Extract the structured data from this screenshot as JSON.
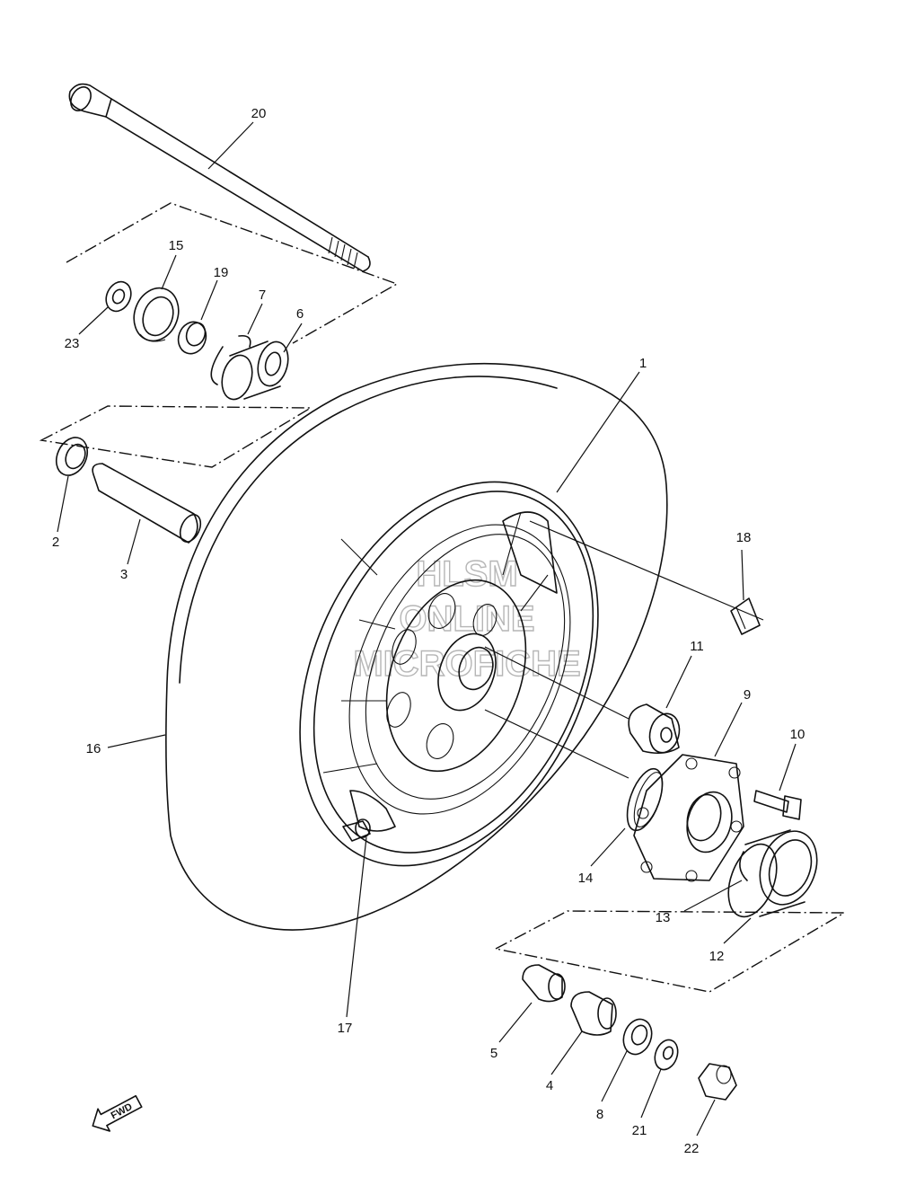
{
  "labels": {
    "p1": "1",
    "p2": "2",
    "p3": "3",
    "p4": "4",
    "p5": "5",
    "p6": "6",
    "p7": "7",
    "p8": "8",
    "p9": "9",
    "p10": "10",
    "p11": "11",
    "p12": "12",
    "p13": "13",
    "p14": "14",
    "p15": "15",
    "p16": "16",
    "p17": "17",
    "p18": "18",
    "p19": "19",
    "p20": "20",
    "p21": "21",
    "p22": "22",
    "p23": "23"
  },
  "watermark": {
    "line1": "HLSM",
    "line2": "ONLINE",
    "line3": "MICROFICHE"
  },
  "direction": {
    "label": "FWD"
  }
}
